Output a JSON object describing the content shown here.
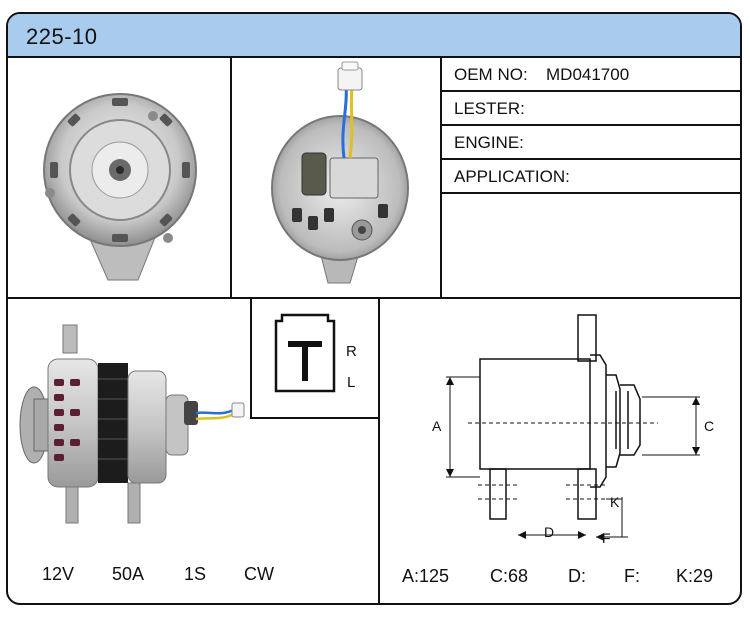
{
  "part_number": "225-10",
  "specs": [
    {
      "label": "OEM NO:",
      "value": "MD041700"
    },
    {
      "label": "LESTER:",
      "value": ""
    },
    {
      "label": "ENGINE:",
      "value": ""
    },
    {
      "label": "APPLICATION:",
      "value": ""
    }
  ],
  "electrical": {
    "voltage": "12V",
    "amperage": "50A",
    "regulator": "1S",
    "rotation": "CW"
  },
  "plug": {
    "terminals": [
      "R",
      "L"
    ]
  },
  "diagram": {
    "labels": [
      "A",
      "C",
      "D",
      "F",
      "K"
    ]
  },
  "dimensions": [
    {
      "label": "A:",
      "value": "125"
    },
    {
      "label": "C:",
      "value": "68"
    },
    {
      "label": "D:",
      "value": ""
    },
    {
      "label": "F:",
      "value": ""
    },
    {
      "label": "K:",
      "value": "29"
    }
  ]
}
